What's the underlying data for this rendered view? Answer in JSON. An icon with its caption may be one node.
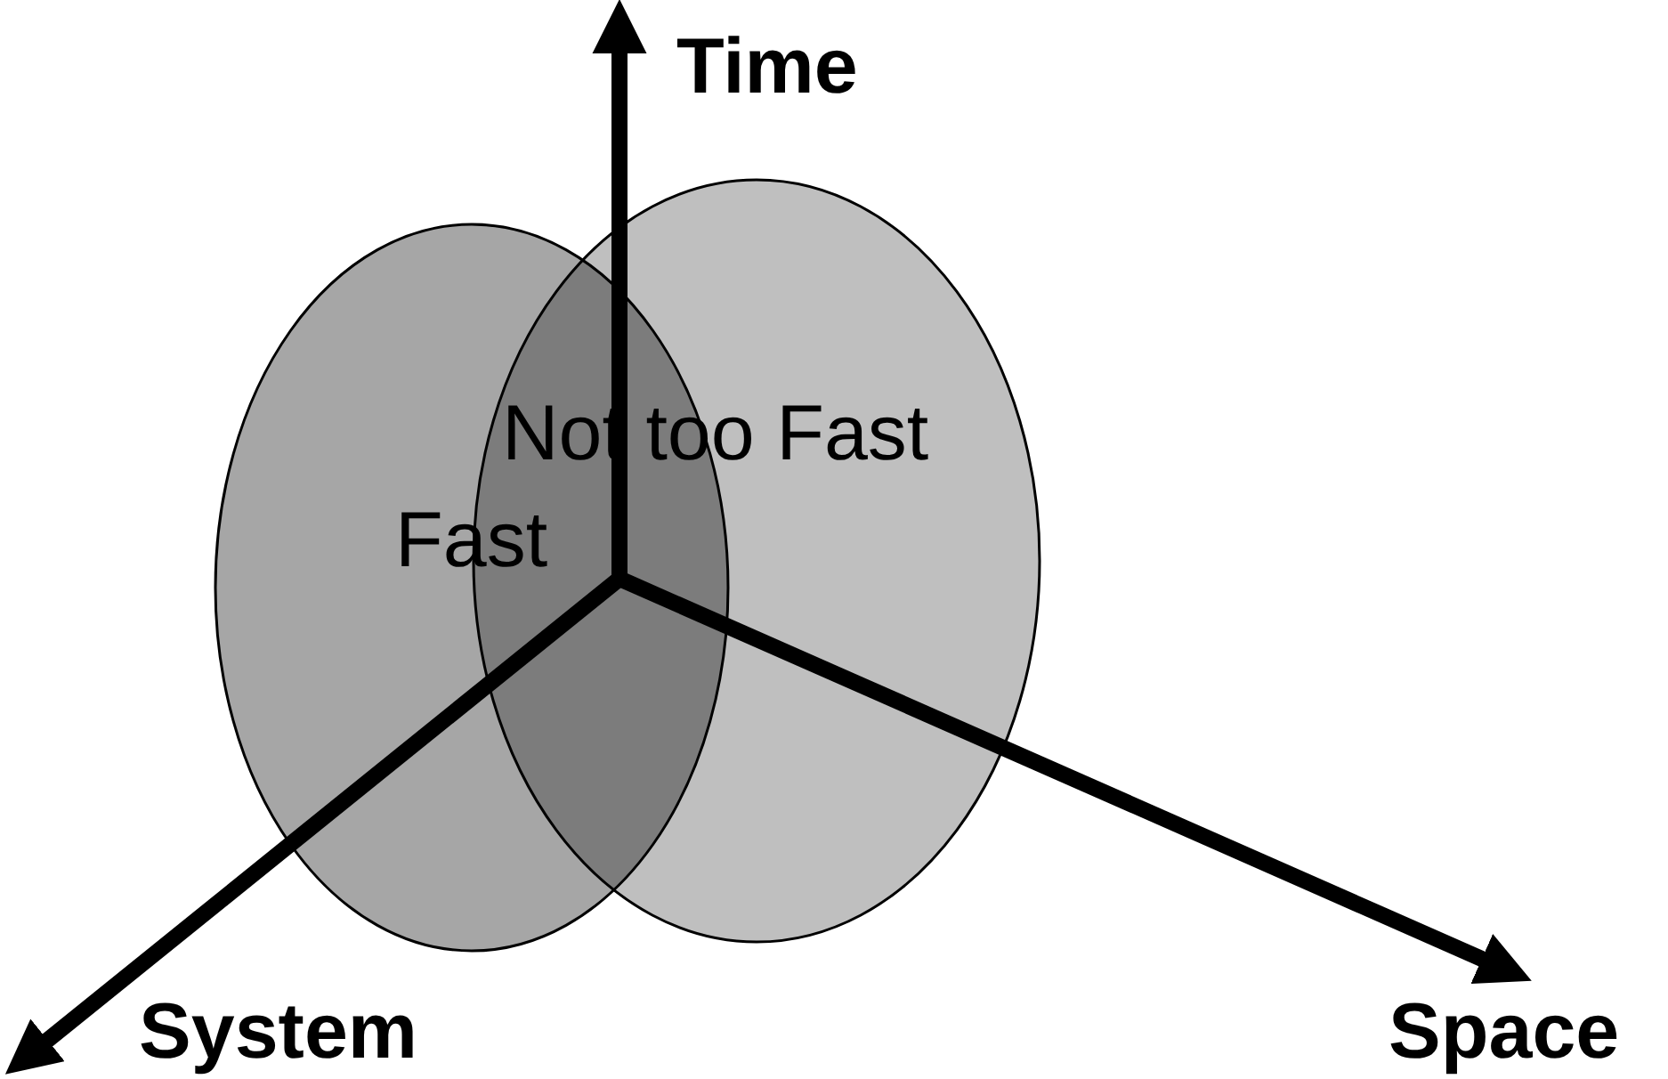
{
  "diagram": {
    "nodes": [
      {
        "text": [
          "Fast"
        ]
      },
      {
        "text": [
          "Not too Fast"
        ]
      }
    ],
    "labels": [
      "Time",
      "System",
      "Space"
    ]
  }
}
